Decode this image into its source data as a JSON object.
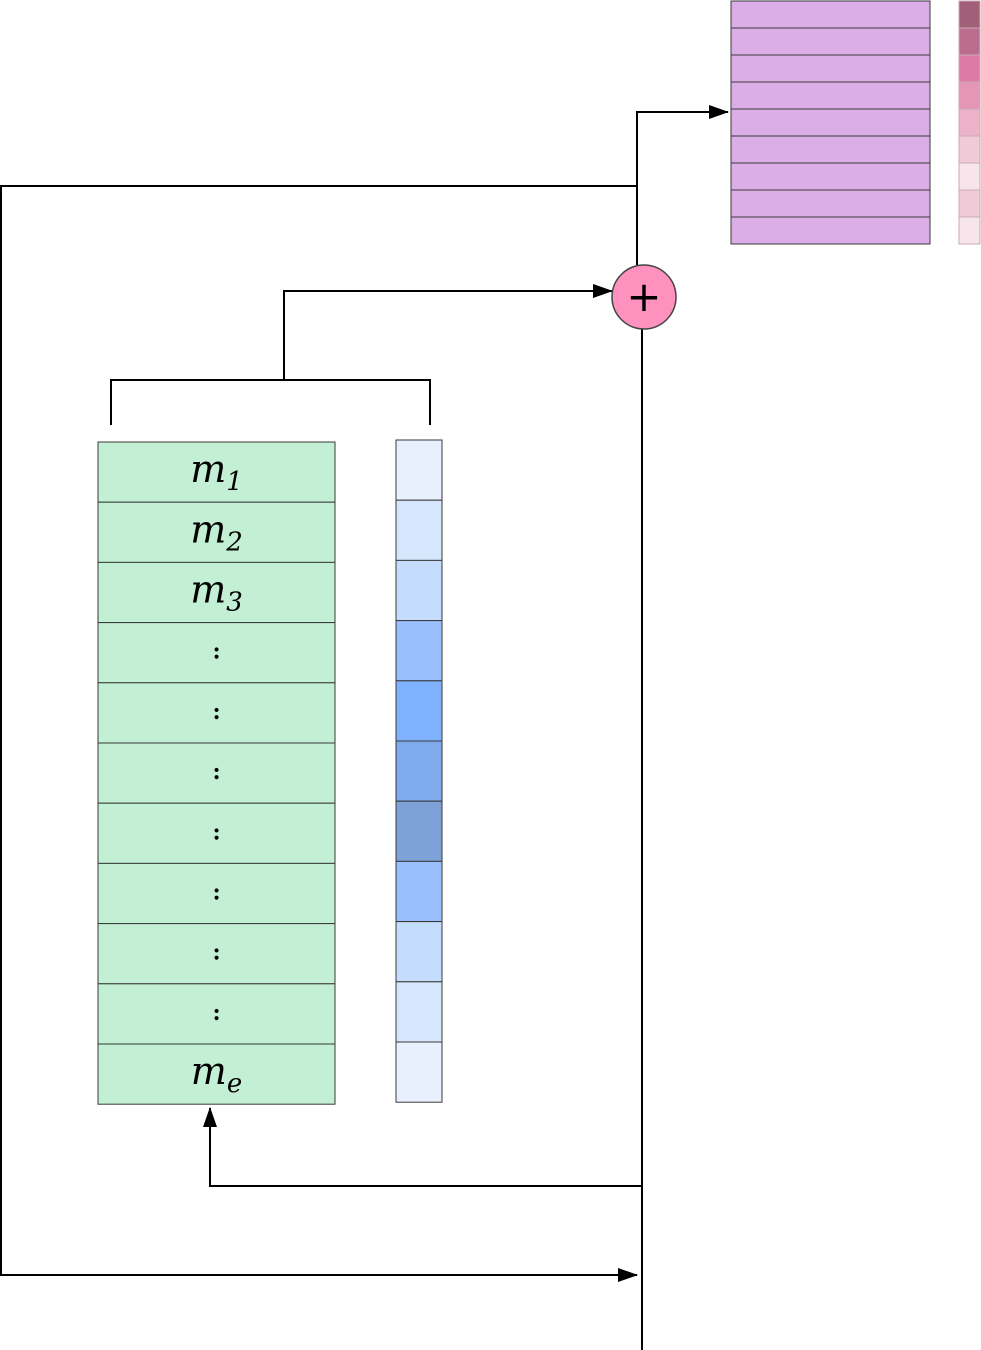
{
  "memory_rows": [
    {
      "label": "m",
      "sub": "1"
    },
    {
      "label": "m",
      "sub": "2"
    },
    {
      "label": "m",
      "sub": "3"
    },
    {
      "label": ":",
      "sub": ""
    },
    {
      "label": ":",
      "sub": ""
    },
    {
      "label": ":",
      "sub": ""
    },
    {
      "label": ":",
      "sub": ""
    },
    {
      "label": ":",
      "sub": ""
    },
    {
      "label": ":",
      "sub": ""
    },
    {
      "label": ":",
      "sub": ""
    },
    {
      "label": "m",
      "sub": "e"
    }
  ],
  "add_symbol": "+",
  "colors": {
    "memory_fill": "#c3efd4",
    "output_fill": "#dcaee8",
    "add_fill": "#ff91bf",
    "line": "#000000",
    "cell_stroke": "#3a3a3a",
    "weight_cells": [
      "#e8f0fe",
      "#d5e6fd",
      "#c4dcfd",
      "#99bffd",
      "#7eb1fe",
      "#7faaeb",
      "#7ea1d8",
      "#99bffd",
      "#c4dcfd",
      "#d5e6fd",
      "#e8f0fe"
    ],
    "output_weight_cells": [
      "#a16078",
      "#bc6d8f",
      "#de7aa6",
      "#e696b5",
      "#ecb2c8",
      "#f1cad8",
      "#f8e5ec",
      "#f1cad8",
      "#f8e5ec"
    ]
  }
}
